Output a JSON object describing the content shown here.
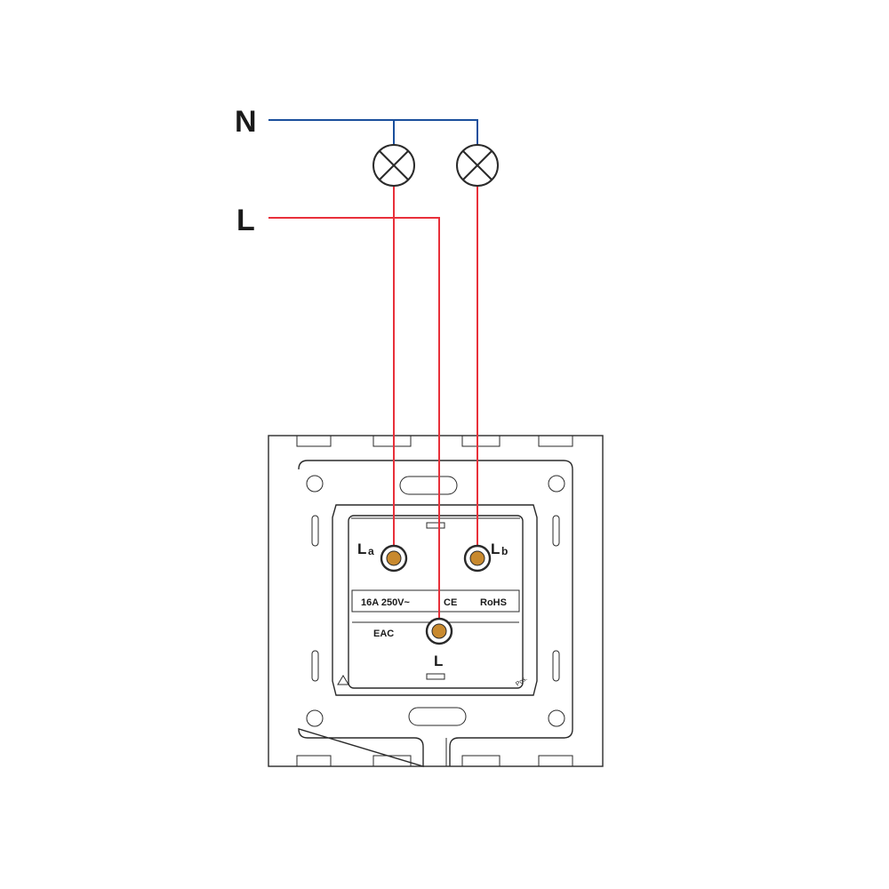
{
  "labels": {
    "neutral": "N",
    "live": "L",
    "terminal_a_main": "L",
    "terminal_a_sub": "a",
    "terminal_b_main": "L",
    "terminal_b_sub": "b",
    "terminal_common": "L",
    "rating": "16A  250V~",
    "ce_mark": "CE",
    "rohs": "RoHS",
    "eac_mark": "EAC",
    "pos_mark": "Pos."
  },
  "colors": {
    "neutral_wire": "#1a4f9c",
    "live_wire": "#e8303a",
    "outline": "#2a2a2a",
    "terminal_screw": "#c8892e"
  }
}
